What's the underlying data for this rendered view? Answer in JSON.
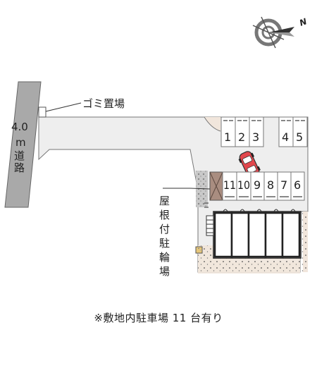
{
  "compass": {
    "north_label": "N"
  },
  "road": {
    "width": "4.0",
    "unit": "m",
    "label_1": "道",
    "label_2": "路"
  },
  "garbage": {
    "label": "ゴミ置場"
  },
  "parking": {
    "top_row": [
      "1",
      "2",
      "3"
    ],
    "top_row_right": [
      "4",
      "5"
    ],
    "bottom_row": [
      "11",
      "10",
      "9",
      "8",
      "7",
      "6"
    ]
  },
  "bike_parking": {
    "chars": [
      "屋",
      "根",
      "付",
      "駐",
      "輪",
      "場"
    ]
  },
  "caption": "※敷地内駐車場 11 台有り",
  "colors": {
    "road": "#a9a9a9",
    "lot": "#eeeeee",
    "sand": "#f1e6dc",
    "bike_shelter": "#a98d80",
    "car_body": "#e2474d",
    "grass": "#c9c9c9"
  }
}
